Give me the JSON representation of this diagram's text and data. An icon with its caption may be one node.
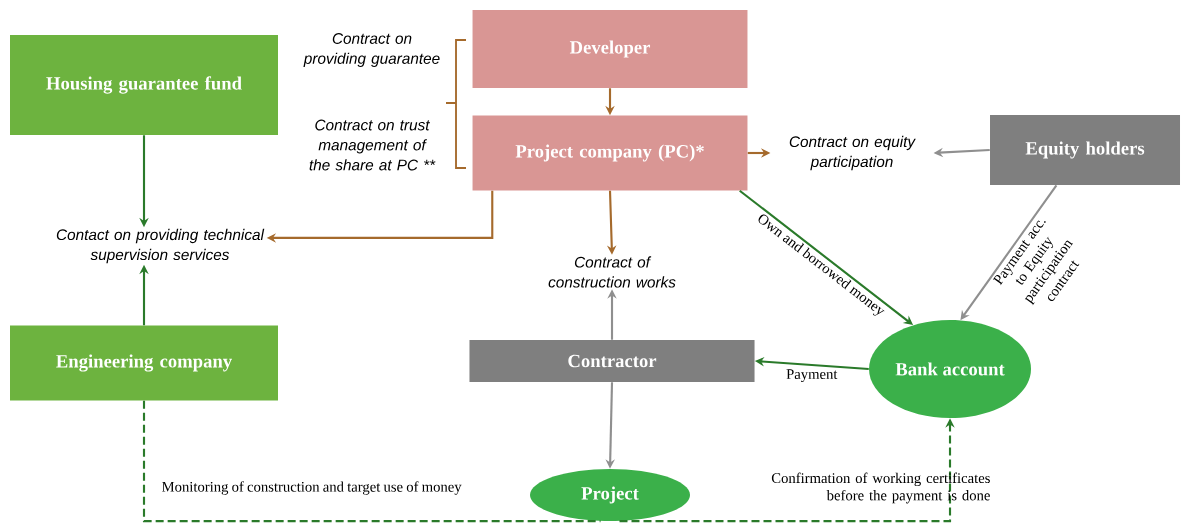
{
  "diagram": {
    "nodes": [
      {
        "text": [
          "Housing guarantee fund"
        ]
      },
      {
        "text": [
          "Developer"
        ]
      },
      {
        "text": [
          "Project company (PC)*"
        ]
      },
      {
        "text": [
          "Equity holders"
        ]
      },
      {
        "text": [
          "Contact on providing technical supervision services"
        ]
      },
      {
        "text": [
          "Contract on equity participation"
        ]
      },
      {
        "text": [
          "Contract of construction works"
        ]
      },
      {
        "text": [
          "Engineering company"
        ]
      },
      {
        "text": [
          "Contractor"
        ]
      },
      {
        "text": [
          "Bank account"
        ]
      },
      {
        "text": [
          "Project"
        ]
      }
    ],
    "edges": [
      {
        "from": 0,
        "to": 4,
        "arrow": "to"
      },
      {
        "from": 7,
        "to": 4,
        "arrow": "to"
      },
      {
        "from": 2,
        "to": 4,
        "arrow": "to",
        "color": "#a56a2c"
      },
      {
        "from": 1,
        "to": 2,
        "arrow": "to",
        "color": "#a56a2c"
      },
      {
        "from": 2,
        "to": 5,
        "arrow": "to",
        "color": "#a56a2c"
      },
      {
        "from": 3,
        "to": 5,
        "arrow": "to",
        "color": "#8f8f8f"
      },
      {
        "from": 2,
        "to": 6,
        "arrow": "to",
        "color": "#a56a2c"
      },
      {
        "from": 8,
        "to": 6,
        "arrow": "to",
        "color": "#8f8f8f"
      },
      {
        "from": 2,
        "to": 9,
        "arrow": "to",
        "label": "Own and borrowed money"
      },
      {
        "from": 3,
        "to": 9,
        "arrow": "to",
        "label": "Payment acc. to Equity participation contract",
        "color": "#8f8f8f"
      },
      {
        "from": 9,
        "to": 8,
        "arrow": "to",
        "label": "Payment"
      },
      {
        "from": 8,
        "to": 10,
        "arrow": "to",
        "color": "#8f8f8f"
      },
      {
        "from": 7,
        "to": 10,
        "arrow": "none",
        "style": "dashed",
        "label": "Monitoring of construction and target use of money"
      },
      {
        "from": 10,
        "to": 9,
        "arrow": "to",
        "style": "dashed",
        "label": "Confirmation of working certificates before the payment is done"
      }
    ],
    "labels": [
      "Contract on providing guarantee",
      "Contract on trust management of the share at PC **"
    ]
  }
}
